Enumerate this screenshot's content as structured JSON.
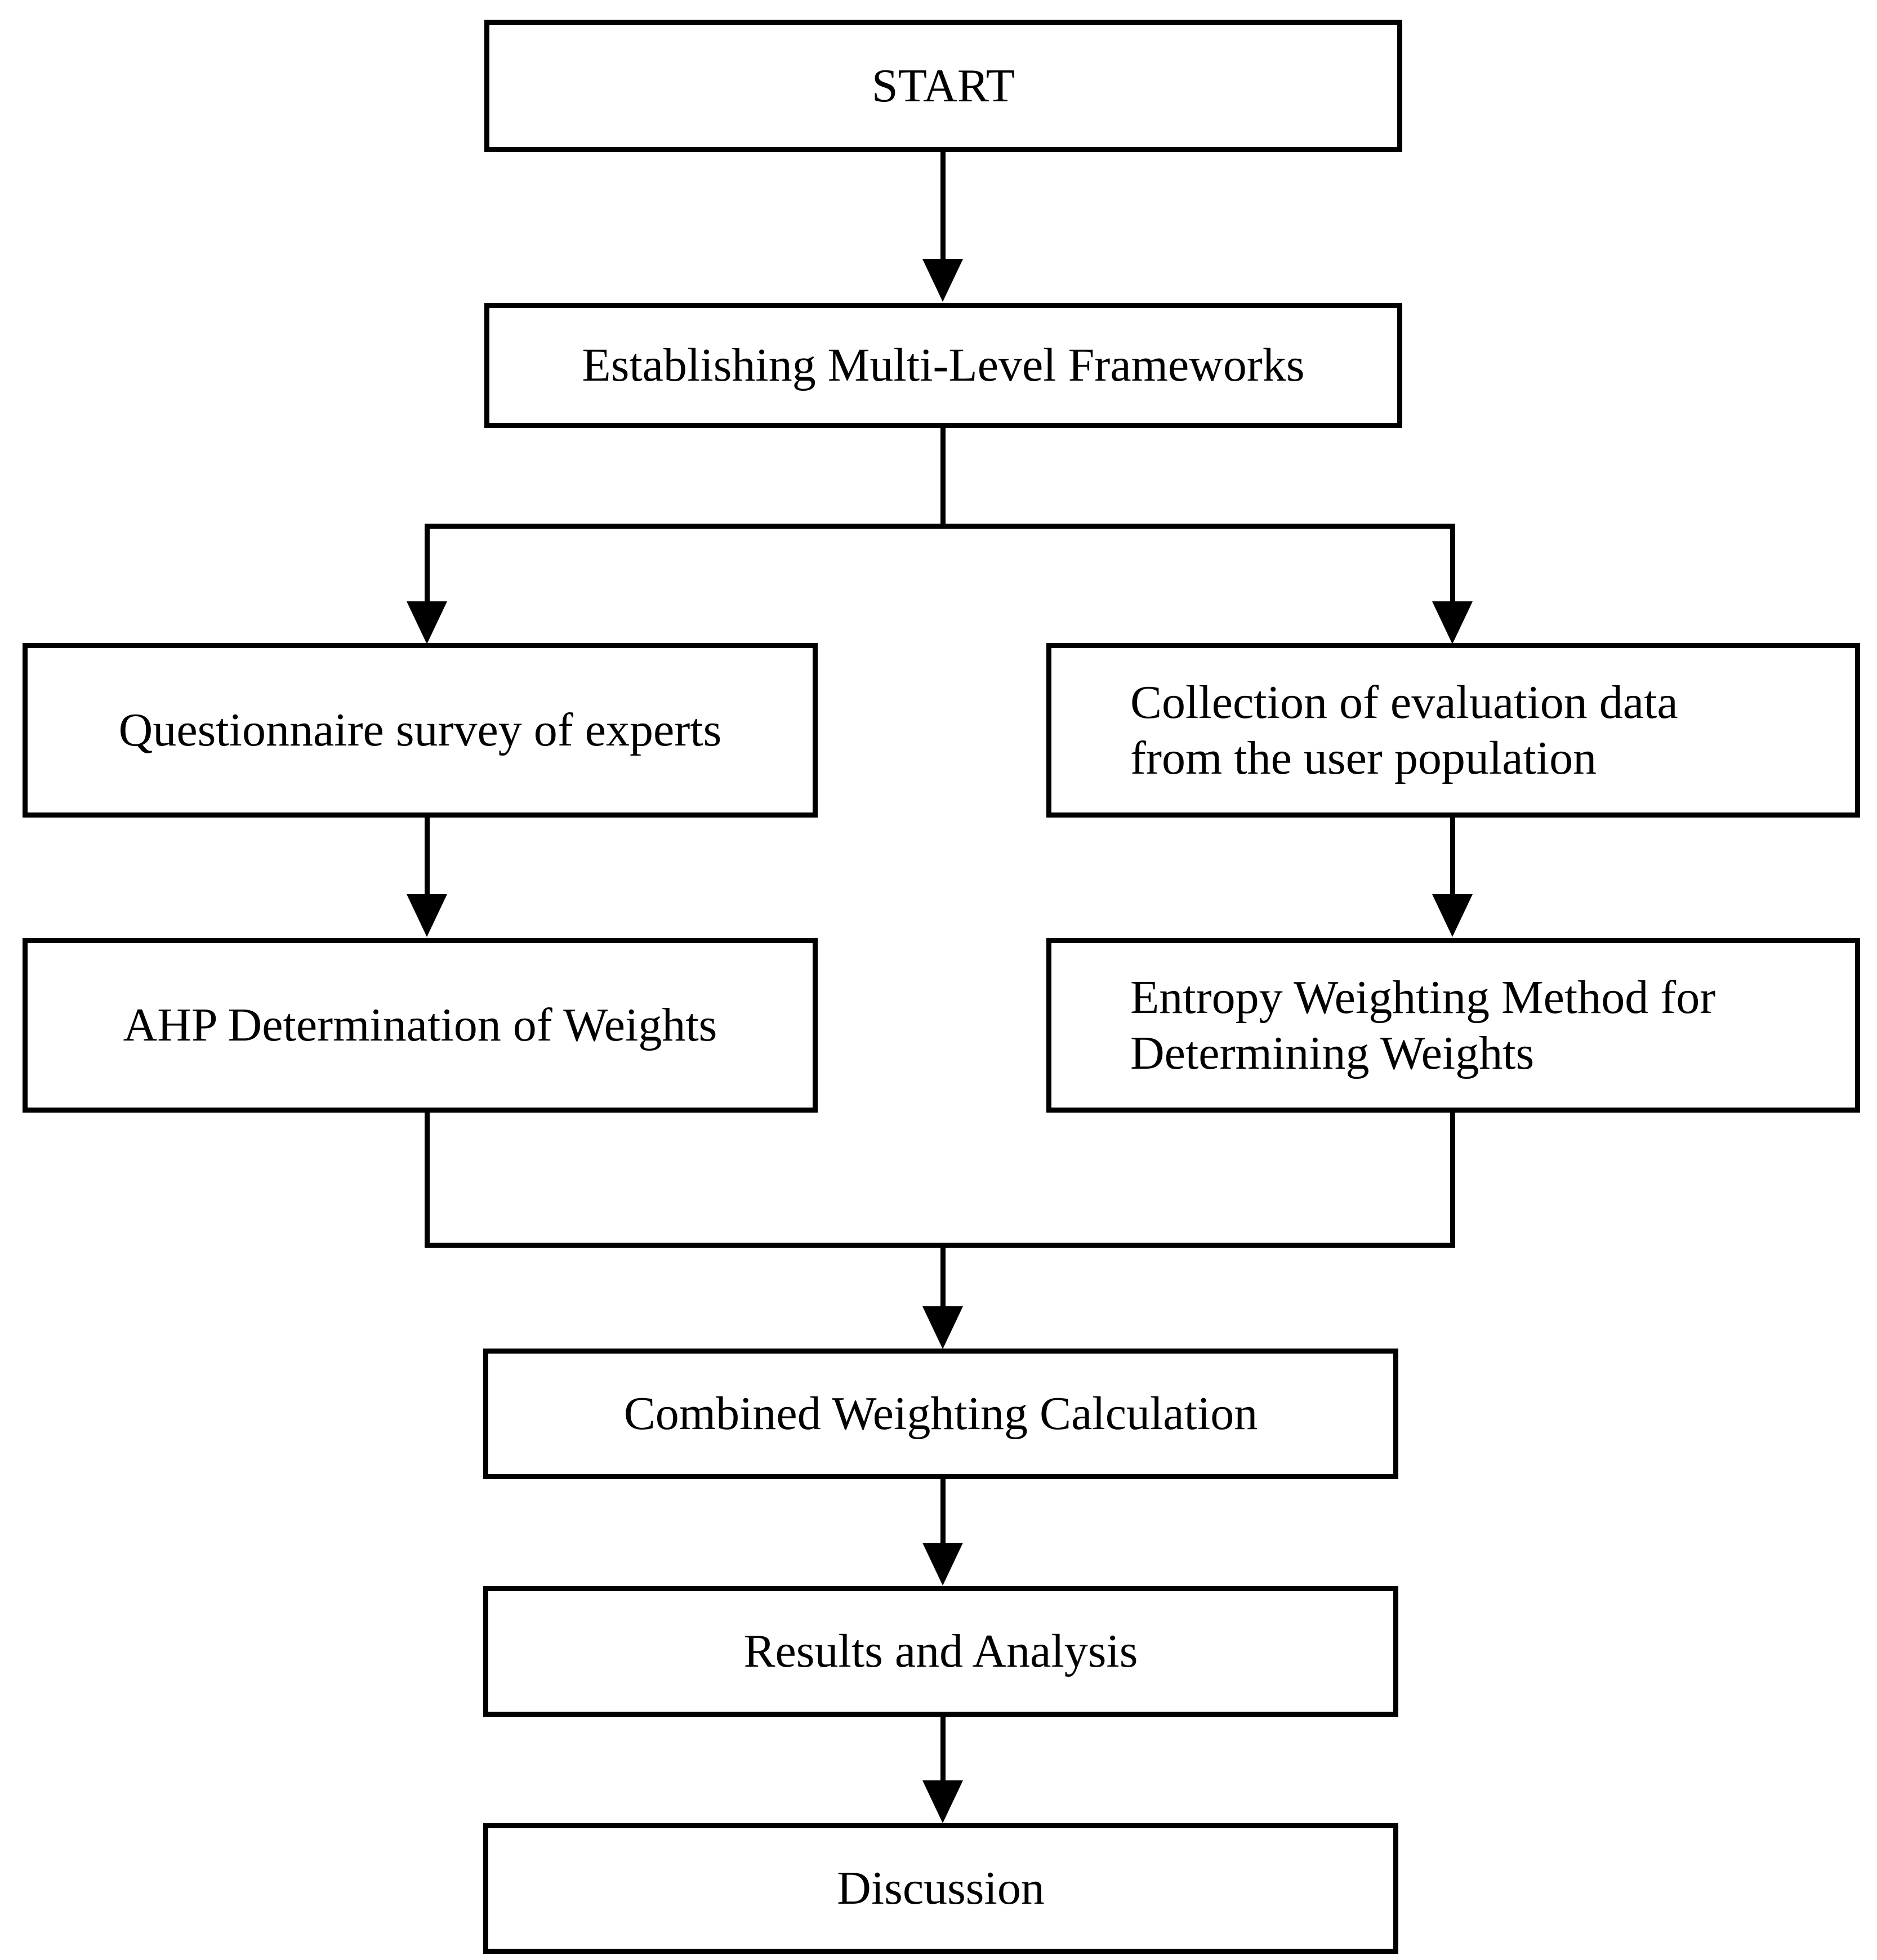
{
  "diagram": {
    "title": "Research methodology flowchart",
    "colors": {
      "stroke": "#000000",
      "fill": "#ffffff",
      "text": "#000000"
    },
    "nodes": [
      {
        "id": "start",
        "label": "START"
      },
      {
        "id": "framework",
        "label": "Establishing Multi-Level Frameworks"
      },
      {
        "id": "survey",
        "label": "Questionnaire survey of experts"
      },
      {
        "id": "collection",
        "label": "Collection of evaluation data\nfrom the user population"
      },
      {
        "id": "ahp",
        "label": "AHP Determination of Weights"
      },
      {
        "id": "entropy",
        "label": "Entropy Weighting Method for\nDetermining Weights"
      },
      {
        "id": "combined",
        "label": "Combined Weighting Calculation"
      },
      {
        "id": "results",
        "label": "Results and Analysis"
      },
      {
        "id": "discussion",
        "label": "Discussion"
      }
    ],
    "edges": [
      {
        "from": "start",
        "to": "framework",
        "type": "straight"
      },
      {
        "from": "framework",
        "to": "survey",
        "type": "split-left"
      },
      {
        "from": "framework",
        "to": "collection",
        "type": "split-right"
      },
      {
        "from": "survey",
        "to": "ahp",
        "type": "straight"
      },
      {
        "from": "collection",
        "to": "entropy",
        "type": "straight"
      },
      {
        "from": "ahp",
        "to": "combined",
        "type": "merge-left"
      },
      {
        "from": "entropy",
        "to": "combined",
        "type": "merge-right"
      },
      {
        "from": "combined",
        "to": "results",
        "type": "straight"
      },
      {
        "from": "results",
        "to": "discussion",
        "type": "straight"
      }
    ]
  }
}
